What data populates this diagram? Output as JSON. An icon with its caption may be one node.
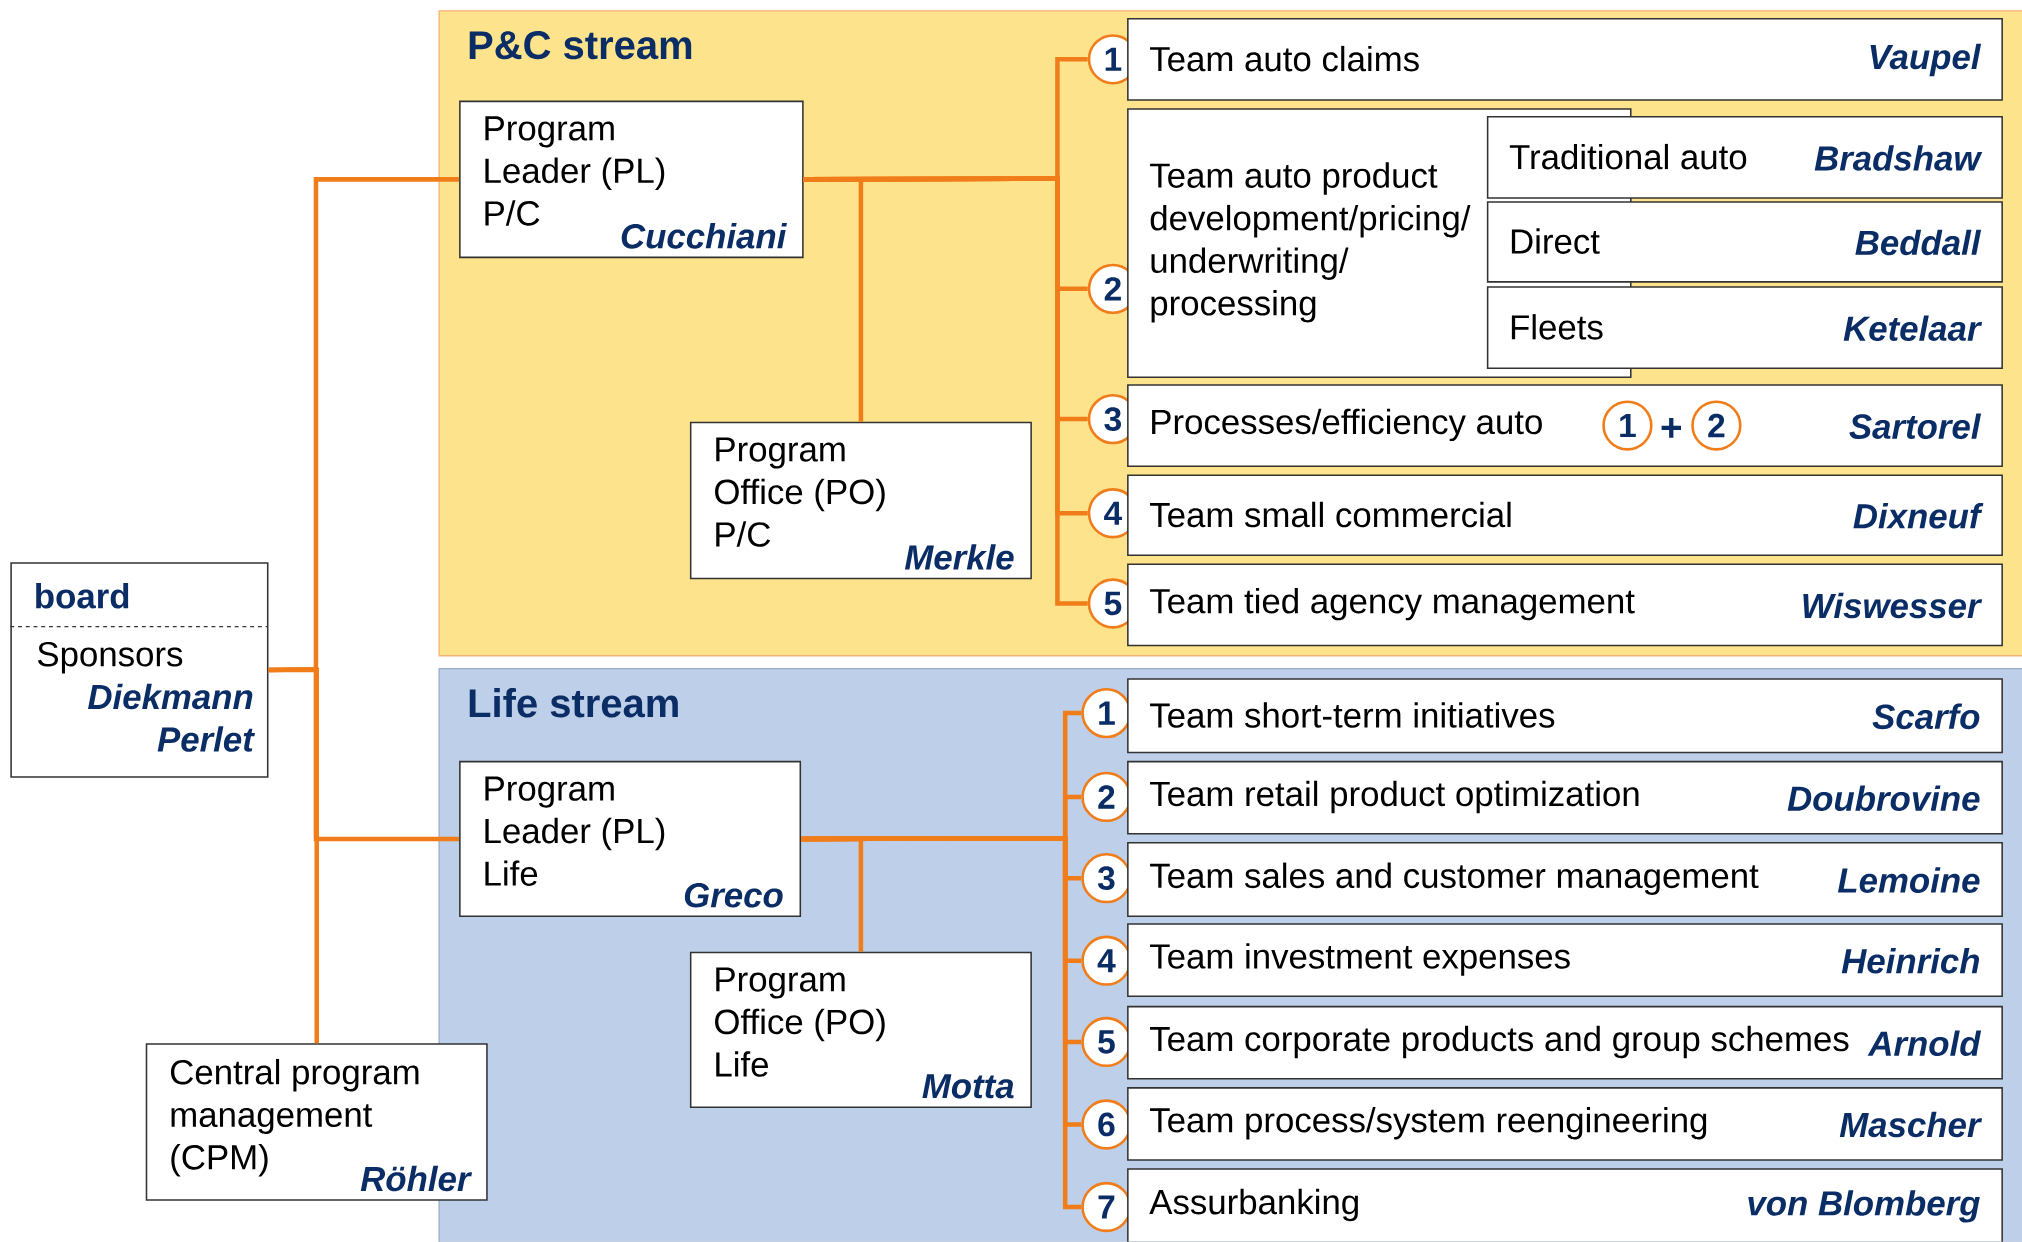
{
  "diagram": {
    "nodes": [
      {
        "text": [
          "P&C stream"
        ]
      },
      {
        "text": [
          "Program Leader (PL) P/C",
          "Cucchiani"
        ],
        "in": 0
      },
      {
        "text": [
          "Program Office (PO) P/C",
          "Merkle"
        ],
        "in": 0
      },
      {
        "text": [
          "1"
        ],
        "in": 0
      },
      {
        "text": [
          "Team auto claims",
          "Vaupel"
        ],
        "in": 0
      },
      {
        "text": [
          "2"
        ],
        "in": 0
      },
      {
        "text": [
          "Team auto product development/pricing/ underwriting/ processing"
        ],
        "in": 0
      },
      {
        "text": [
          "Traditional auto",
          "Bradshaw"
        ],
        "in": 0
      },
      {
        "text": [
          "Direct",
          "Beddall"
        ],
        "in": 0
      },
      {
        "text": [
          "Fleets",
          "Ketelaar"
        ],
        "in": 0
      },
      {
        "text": [
          "3"
        ],
        "in": 0
      },
      {
        "text": [
          "Processes/efficiency auto",
          "Sartorel"
        ],
        "in": 0
      },
      {
        "text": [
          "1"
        ],
        "in": 11
      },
      {
        "text": [
          "2"
        ],
        "in": 11
      },
      {
        "text": [
          "4"
        ],
        "in": 0
      },
      {
        "text": [
          "Team small commercial",
          "Dixneuf"
        ],
        "in": 0
      },
      {
        "text": [
          "5"
        ],
        "in": 0
      },
      {
        "text": [
          "Team tied agency management",
          "Wiswesser"
        ],
        "in": 0
      },
      {
        "text": [
          "board",
          "Sponsors",
          "Diekmann Perlet"
        ]
      },
      {
        "text": [
          "Life stream"
        ]
      },
      {
        "text": [
          "Program Leader (PL) Life",
          "Greco"
        ],
        "in": 19
      },
      {
        "text": [
          "Program Office (PO) Life",
          "Motta"
        ],
        "in": 19
      },
      {
        "text": [
          "1"
        ],
        "in": 19
      },
      {
        "text": [
          "Team short-term initiatives",
          "Scarfo"
        ],
        "in": 19
      },
      {
        "text": [
          "2"
        ],
        "in": 19
      },
      {
        "text": [
          "Team retail product optimization",
          "Doubrovine"
        ],
        "in": 19
      },
      {
        "text": [
          "3"
        ],
        "in": 19
      },
      {
        "text": [
          "Team sales and customer management",
          "Lemoine"
        ],
        "in": 19
      },
      {
        "text": [
          "4"
        ],
        "in": 19
      },
      {
        "text": [
          "Team investment expenses",
          "Heinrich"
        ],
        "in": 19
      },
      {
        "text": [
          "5"
        ],
        "in": 19
      },
      {
        "text": [
          "Team corporate products and group schemes",
          "Arnold"
        ],
        "in": 19
      },
      {
        "text": [
          "6"
        ],
        "in": 19
      },
      {
        "text": [
          "Team process/system reengineering",
          "Mascher"
        ],
        "in": 19
      },
      {
        "text": [
          "7"
        ],
        "in": 19
      },
      {
        "text": [
          "Assurbanking",
          "von Blomberg"
        ],
        "in": 19
      },
      {
        "text": [
          "Central program management (CPM)",
          "Röhler"
        ]
      }
    ],
    "edges": [
      {
        "from": 18,
        "to": 1,
        "arrow": "none"
      },
      {
        "from": 18,
        "to": 20,
        "arrow": "none"
      },
      {
        "from": 18,
        "to": 36,
        "arrow": "none"
      },
      {
        "from": 1,
        "to": 2,
        "arrow": "none"
      },
      {
        "from": 1,
        "to": 3,
        "arrow": "none"
      },
      {
        "from": 1,
        "to": 5,
        "arrow": "none"
      },
      {
        "from": 1,
        "to": 10,
        "arrow": "none"
      },
      {
        "from": 1,
        "to": 14,
        "arrow": "none"
      },
      {
        "from": 1,
        "to": 16,
        "arrow": "none"
      },
      {
        "from": 20,
        "to": 21,
        "arrow": "none"
      },
      {
        "from": 20,
        "to": 22,
        "arrow": "none"
      },
      {
        "from": 20,
        "to": 24,
        "arrow": "none"
      },
      {
        "from": 20,
        "to": 26,
        "arrow": "none"
      },
      {
        "from": 20,
        "to": 28,
        "arrow": "none"
      },
      {
        "from": 20,
        "to": 30,
        "arrow": "none"
      },
      {
        "from": 20,
        "to": 32,
        "arrow": "none"
      },
      {
        "from": 20,
        "to": 34,
        "arrow": "none"
      }
    ],
    "labels": [
      "+"
    ]
  }
}
